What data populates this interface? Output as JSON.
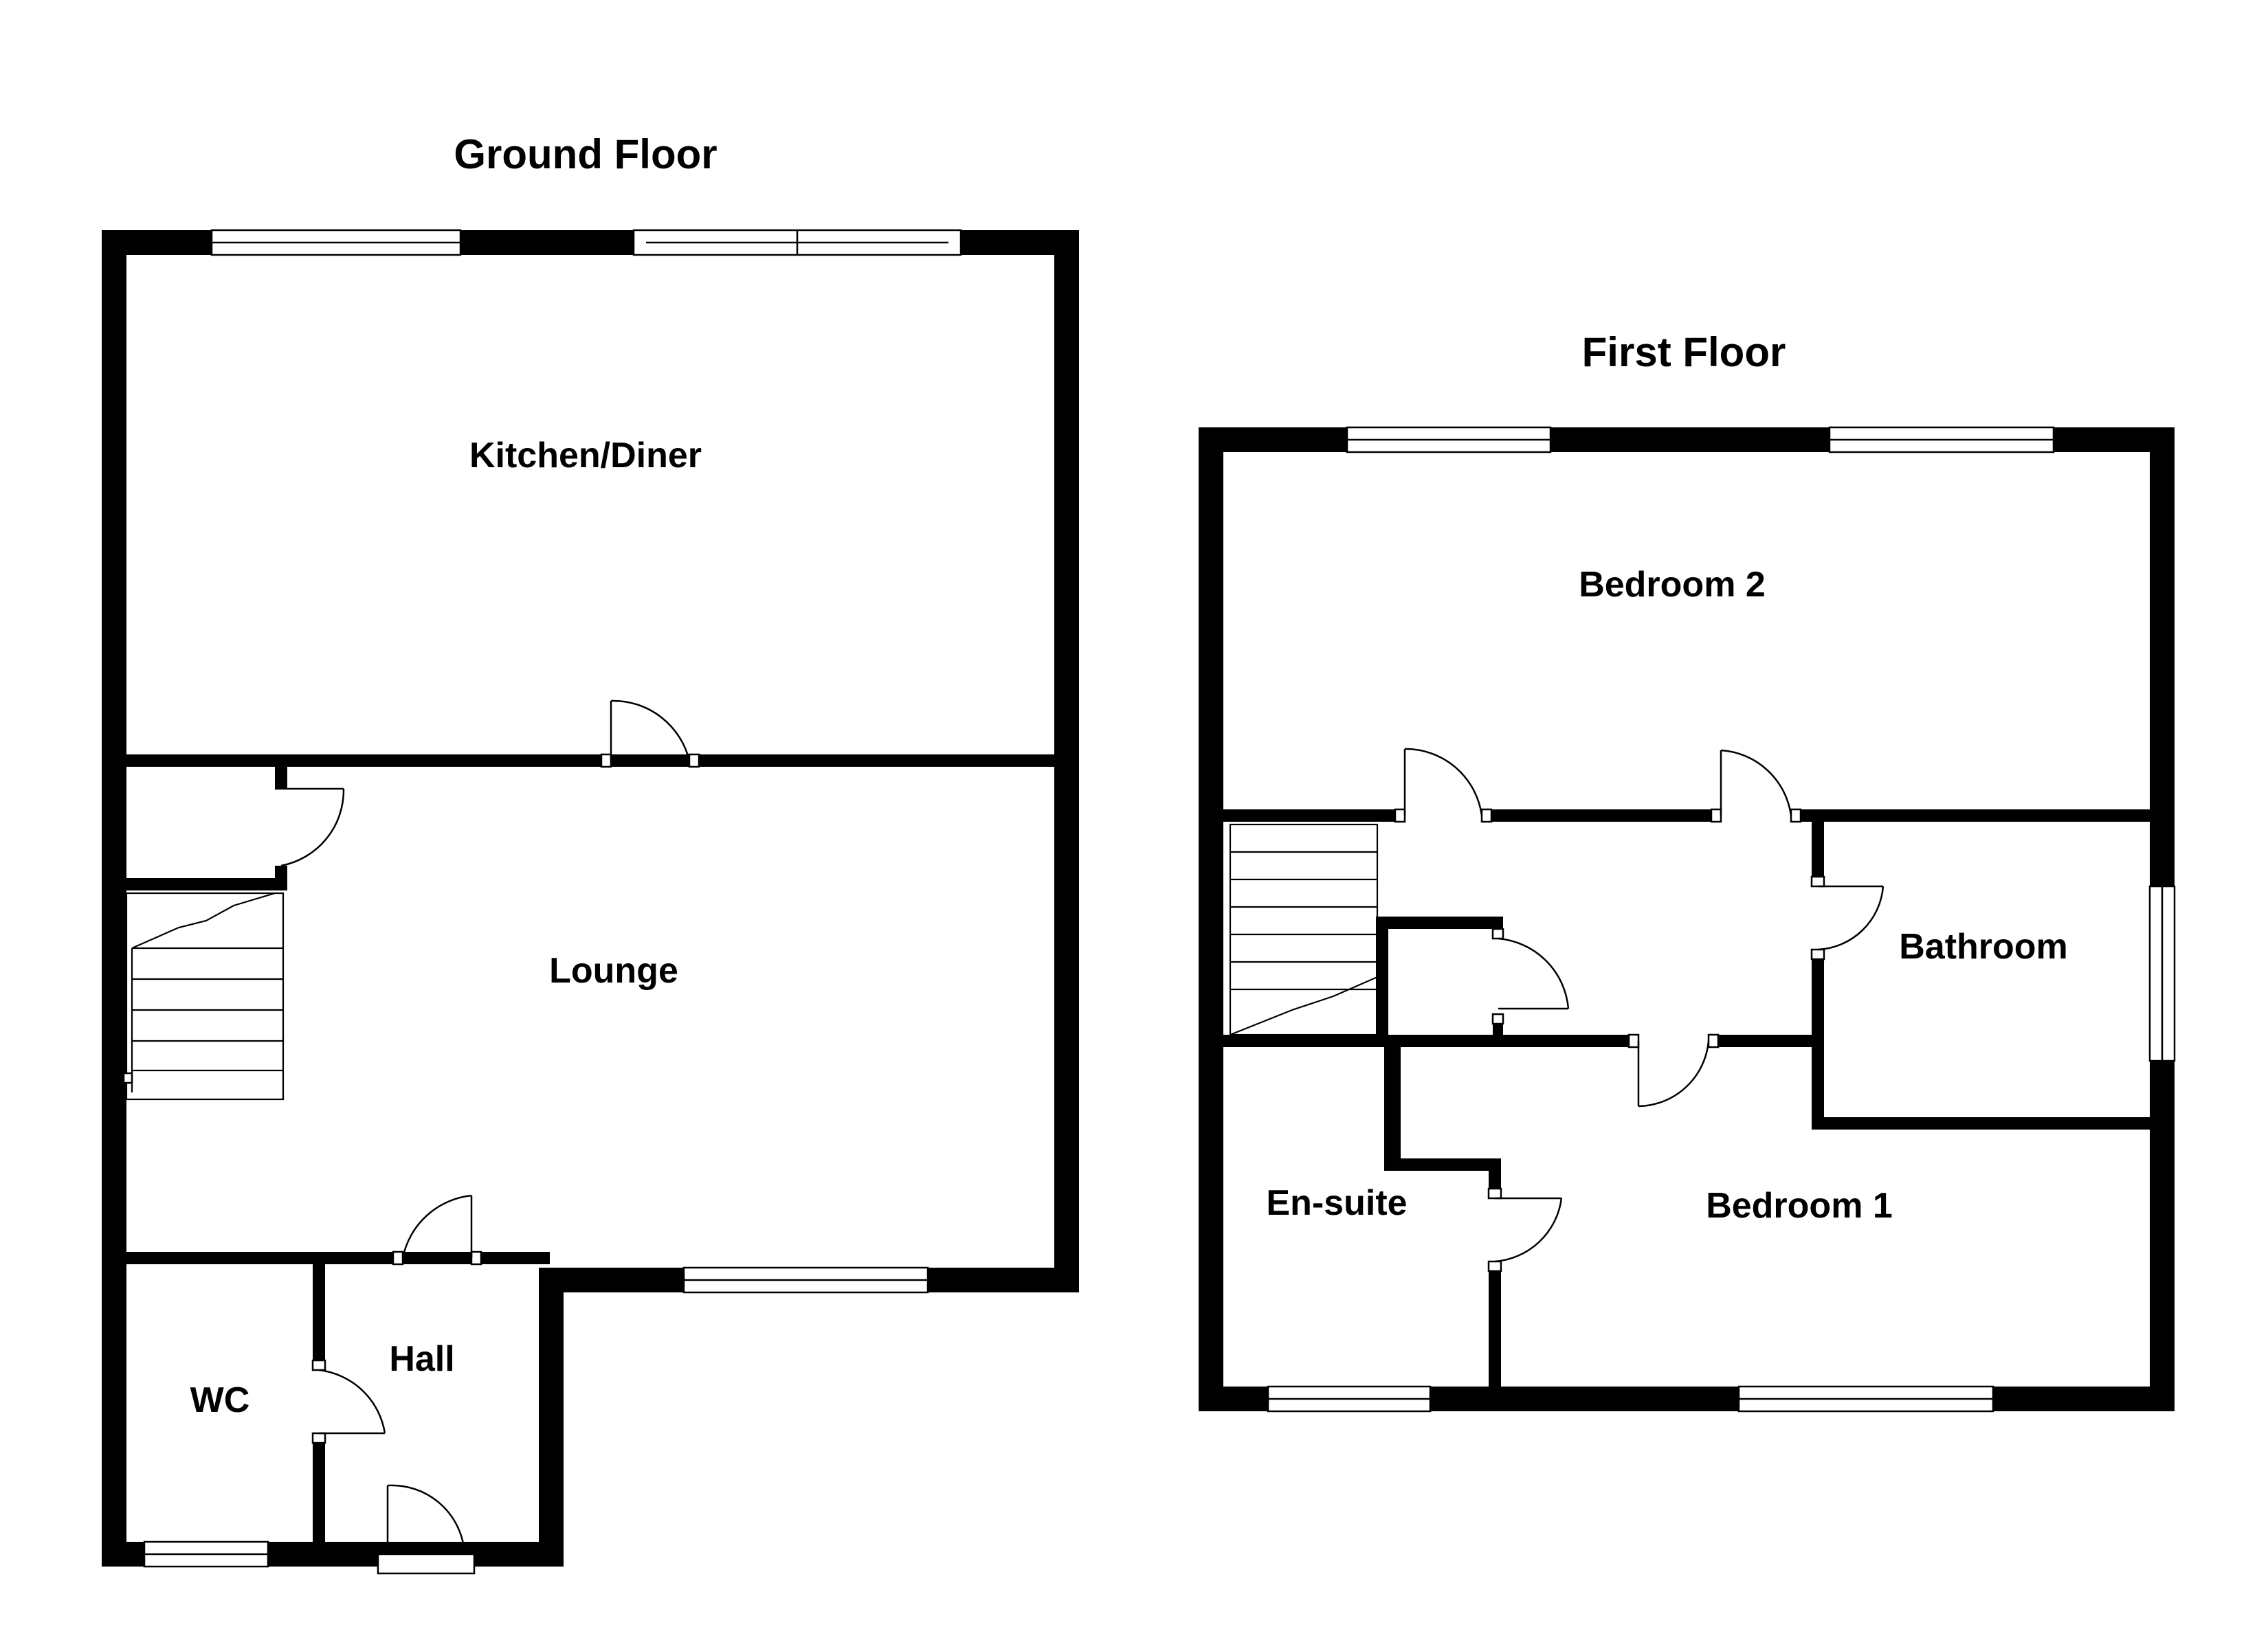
{
  "floors": [
    {
      "title": "Ground Floor",
      "rooms": [
        "Kitchen/Diner",
        "Lounge",
        "WC",
        "Hall"
      ]
    },
    {
      "title": "First Floor",
      "rooms": [
        "Bedroom 2",
        "Bathroom",
        "En-suite",
        "Bedroom 1"
      ]
    }
  ],
  "colors": {
    "wall": "#000000",
    "background": "#ffffff"
  }
}
